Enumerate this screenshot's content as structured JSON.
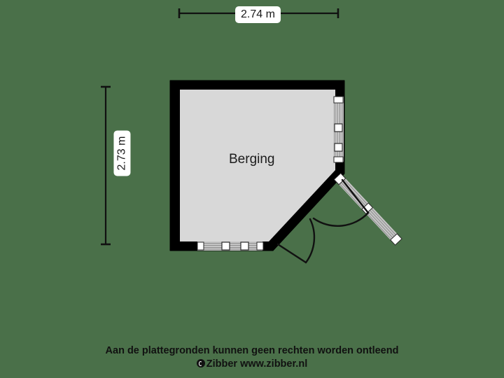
{
  "plan": {
    "background_color": "#4a7049",
    "wall_color": "#000000",
    "floor_color": "#d8d8d8",
    "window_color": "#bfbfbf",
    "room_label": "Berging",
    "dimensions": {
      "horizontal": "2.74 m",
      "vertical": "2.73 m"
    },
    "openings": [
      {
        "name": "window-right-wall",
        "type": "window",
        "wall": "right"
      },
      {
        "name": "window-bottom-wall",
        "type": "window",
        "wall": "bottom"
      },
      {
        "name": "double-door-diagonal",
        "type": "double-door",
        "wall": "diagonal"
      }
    ]
  },
  "footer": {
    "disclaimer": "Aan de plattegronden kunnen geen rechten worden ontleend",
    "copyright": "© Zibber www.zibber.nl",
    "copyright_text": "Zibber www.zibber.nl"
  }
}
